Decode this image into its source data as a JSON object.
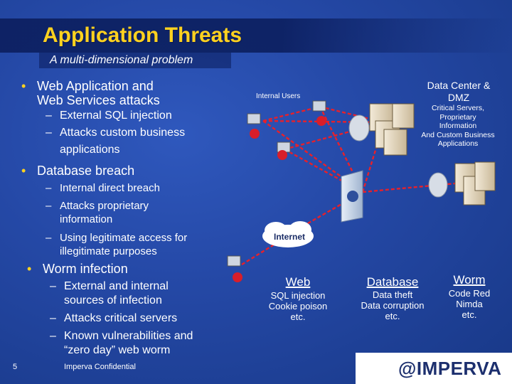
{
  "title": "Application Threats",
  "subtitle": "A multi-dimensional problem",
  "bullets": {
    "b1_line1": "Web Application and",
    "b1_line2": "Web Services attacks",
    "b1_sub1": "External SQL injection",
    "b1_sub2_line1": "Attacks custom business",
    "b1_sub2_line2": "applications",
    "b2": "Database breach",
    "b2_sub1": "Internal direct breach",
    "b2_sub2_line1": "Attacks proprietary",
    "b2_sub2_line2": "information",
    "b2_sub3_line1": "Using legitimate access for",
    "b2_sub3_line2": "illegitimate purposes",
    "b3": "Worm infection",
    "b3_sub1_line1": "External and internal",
    "b3_sub1_line2": "sources of infection",
    "b3_sub2": "Attacks critical servers",
    "b3_sub3_line1": "Known vulnerabilities and",
    "b3_sub3_line2": "“zero day” web worm"
  },
  "diagram": {
    "internal_users": "Internal Users",
    "dc_line1": "Data Center &",
    "dc_line2": "DMZ",
    "critical": "Critical Servers,\nProprietary\nInformation\nAnd Custom Business\nApplications",
    "internet": "Internet"
  },
  "categories": [
    {
      "head": "Web",
      "body": "SQL injection\nCookie poison\netc."
    },
    {
      "head": "Database",
      "body": "Data theft\nData corruption\netc."
    },
    {
      "head": "Worm",
      "body": "Code Red\nNimda\netc."
    }
  ],
  "footer": {
    "page": "5",
    "confidential": "Imperva Confidential",
    "logo": "@IMPERVA"
  },
  "colors": {
    "title": "#ffd21f",
    "background": "#2549a7",
    "attack_line": "#e8202a",
    "bullet": "#ffd21f"
  }
}
